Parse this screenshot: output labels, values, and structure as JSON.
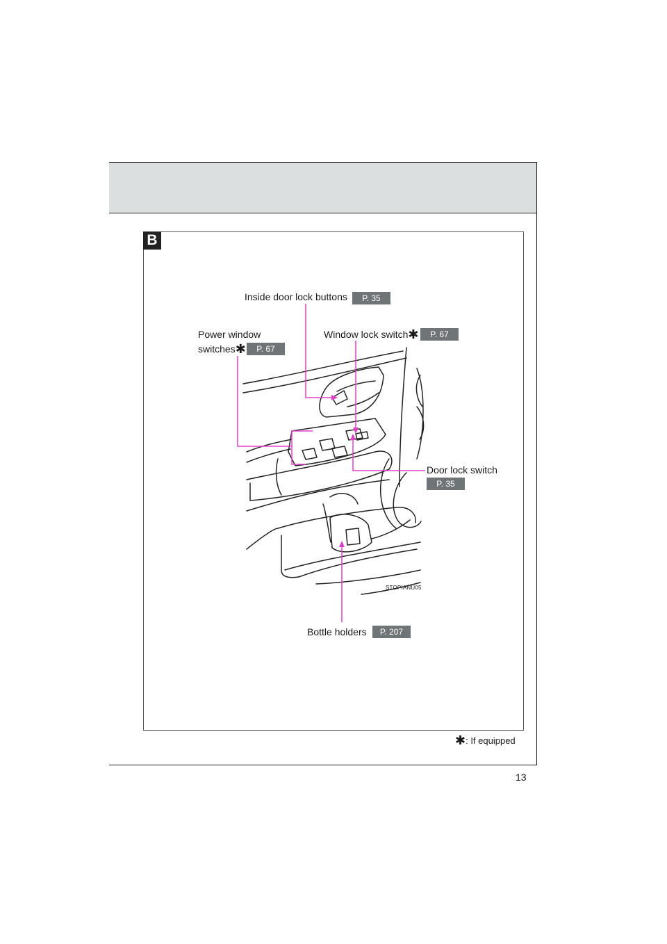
{
  "section": {
    "letter": "B"
  },
  "labels": {
    "inside_door_lock": {
      "text": "Inside door lock buttons",
      "page": "P. 35"
    },
    "power_window": {
      "text_line1": "Power window",
      "text_line2": "switches",
      "page": "P. 67"
    },
    "window_lock": {
      "text": "Window lock switch",
      "page": "P. 67"
    },
    "door_lock": {
      "text": "Door lock switch",
      "page": "P. 35"
    },
    "bottle_holders": {
      "text": "Bottle holders",
      "page": "P. 207"
    }
  },
  "image_code": "STOPIANU05",
  "footnote": {
    "symbol": "✱",
    "text": ": If equipped"
  },
  "page_number": "13",
  "colors": {
    "callout": "#e040c8",
    "header_band": "#dcdfe0",
    "page_ref_bg": "#6f7577"
  }
}
